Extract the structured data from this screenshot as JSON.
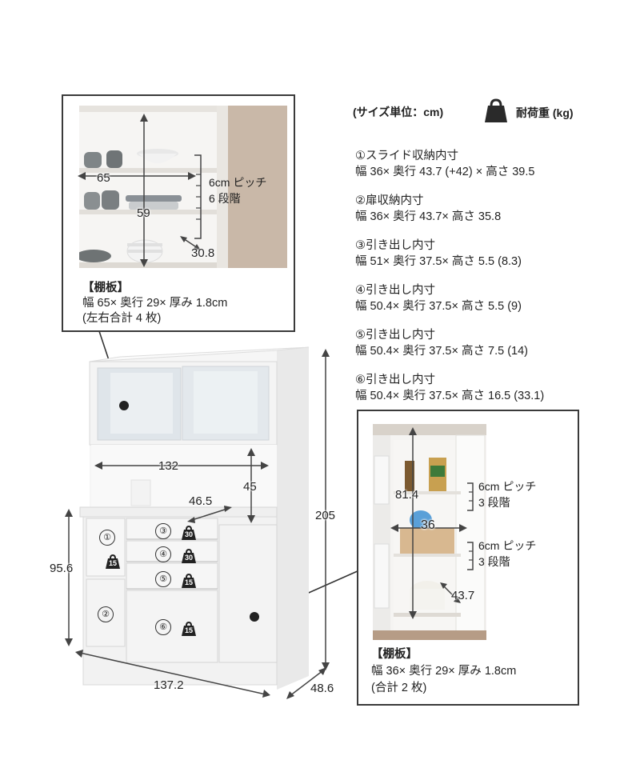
{
  "legend": {
    "unit_label": "(サイズ単位：cm)",
    "weight_label": "耐荷重 (kg)"
  },
  "specs": [
    {
      "title": "①スライド収納内寸",
      "value": "幅 36× 奥行 43.7 (+42) × 高さ 39.5"
    },
    {
      "title": "②扉収納内寸",
      "value": "幅 36× 奥行 43.7× 高さ 35.8"
    },
    {
      "title": "③引き出し内寸",
      "value": "幅 51× 奥行 37.5× 高さ 5.5 (8.3)"
    },
    {
      "title": "④引き出し内寸",
      "value": "幅 50.4× 奥行 37.5× 高さ 5.5 (9)"
    },
    {
      "title": "⑤引き出し内寸",
      "value": "幅 50.4× 奥行 37.5× 高さ 7.5 (14)"
    },
    {
      "title": "⑥引き出し内寸",
      "value": "幅 50.4× 奥行 37.5× 高さ 16.5 (33.1)"
    }
  ],
  "left_box": {
    "dim_width": "65",
    "dim_height": "59",
    "dim_depth": "30.8",
    "pitch_line1": "6cm ピッチ",
    "pitch_line2": "6 段階",
    "shelf_title": "【棚板】",
    "shelf_line1": "幅 65× 奥行 29× 厚み 1.8cm",
    "shelf_line2": "(左右合計 4 枚)"
  },
  "right_box": {
    "dim_height": "81.4",
    "dim_width": "36",
    "dim_depth": "43.7",
    "pitch1_line1": "6cm ピッチ",
    "pitch1_line2": "3 段階",
    "pitch2_line1": "6cm ピッチ",
    "pitch2_line2": "3 段階",
    "shelf_title": "【棚板】",
    "shelf_line1": "幅 36× 奥行 29× 厚み 1.8cm",
    "shelf_line2": "(合計 2 枚)"
  },
  "cabinet": {
    "counter_width": "132",
    "upper_height": "45",
    "counter_depth": "46.5",
    "total_height": "205",
    "lower_height": "95.6",
    "total_width": "137.2",
    "total_depth": "48.6",
    "compartments": {
      "c1": "①",
      "c2": "②",
      "c3": "③",
      "c4": "④",
      "c5": "⑤",
      "c6": "⑥"
    },
    "weights": {
      "w1": "15",
      "w3": "30",
      "w4": "30",
      "w5": "15",
      "w6": "15"
    }
  }
}
